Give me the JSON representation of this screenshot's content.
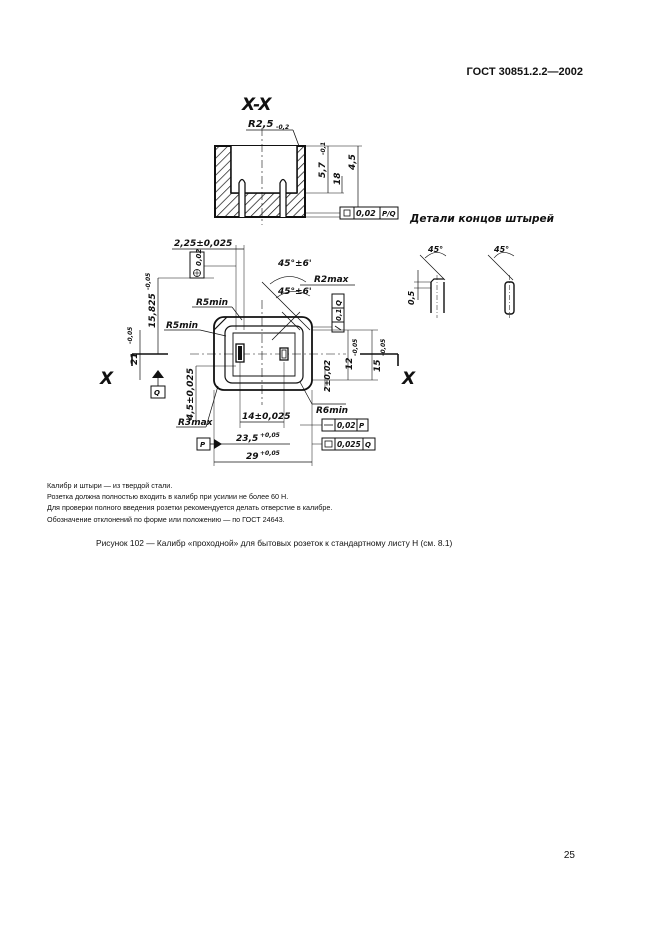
{
  "header": {
    "standard": "ГОСТ 30851.2.2—2002"
  },
  "drawing": {
    "section_label": "X-X",
    "cut_letter": "X",
    "details_title": "Детали концов штырей",
    "section": {
      "r25": "R2,5",
      "r25_tol": "-0,2",
      "d57": "5,7",
      "d57_tol": "-0,1",
      "d18": "18",
      "d45": "4,5",
      "flat1": "0,02",
      "flat1_ref": "P/Q"
    },
    "plan": {
      "d225": "2,25±0,025",
      "d1582": "15,825",
      "d1582_tol": "-0,05",
      "pos002": "0,02",
      "ang1": "45°±6'",
      "ang2": "45°±6'",
      "r2max": "R2max",
      "r5min1": "R5min",
      "r5min2": "R5min",
      "par01": "0,1",
      "par01_ref": "Q",
      "d21": "21",
      "d21_tol": "-0,05",
      "d12": "12",
      "d12_tol": "-0,05",
      "d15": "15",
      "d15_tol": "-0,05",
      "d2": "2±0,02",
      "d45": "4,5±0,025",
      "r3max": "R3max",
      "r6min": "R6min",
      "d14": "14±0,025",
      "d235": "23,5",
      "d235_tol": "+0,05",
      "d29": "29",
      "d29_tol": "+0,05",
      "frame1": "0,02",
      "frame1_ref": "P",
      "frame2": "0,025",
      "frame2_ref": "Q",
      "datum_p": "P",
      "datum_q": "Q"
    },
    "details": {
      "ang1": "45°",
      "ang2": "45°",
      "d05": "0,5"
    }
  },
  "notes": [
    "Калибр и штыри — из твердой стали.",
    "Розетка должна полностью входить в калибр при усилии не более 60 Н.",
    "Для проверки полного введения розетки рекомендуется делать отверстие в калибре.",
    "Обозначение отклонений по форме или положению — по ГОСТ 24643."
  ],
  "caption": "Рисунок 102 — Калибр «проходной» для бытовых розеток к стандартному листу Н (см. 8.1)",
  "page_number": "25"
}
